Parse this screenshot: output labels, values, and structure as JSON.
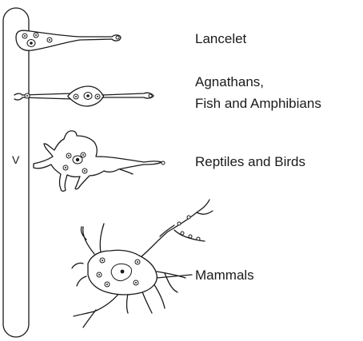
{
  "ventricle_label": "V",
  "labels": {
    "lancelet": "Lancelet",
    "agnathans_line1": "Agnathans,",
    "agnathans_line2": "Fish and Amphibians",
    "reptiles": "Reptiles and Birds",
    "mammals": "Mammals"
  }
}
